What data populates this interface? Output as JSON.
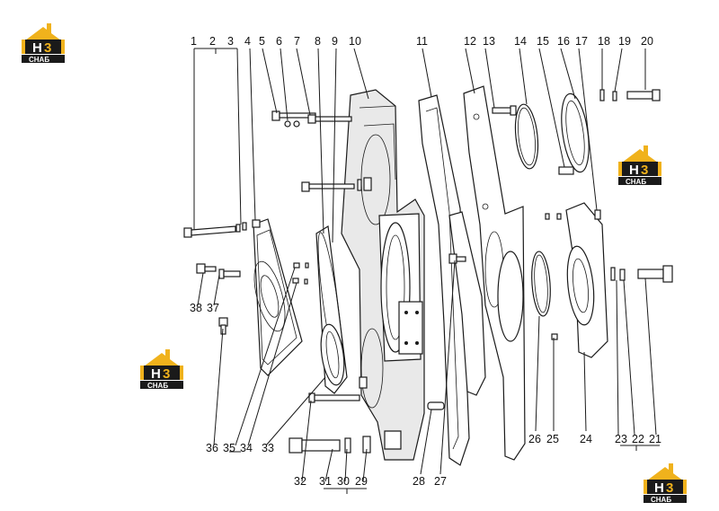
{
  "logo": {
    "h_text": "H",
    "n_text": "3",
    "sub_text": "СНАБ",
    "colors": {
      "yellow": "#f0b21c",
      "black": "#1a1a1a",
      "white": "#ffffff"
    }
  },
  "labels": {
    "n1": "1",
    "n2": "2",
    "n3": "3",
    "n4": "4",
    "n5": "5",
    "n6": "6",
    "n7": "7",
    "n8": "8",
    "n9": "9",
    "n10": "10",
    "n11": "11",
    "n12": "12",
    "n13": "13",
    "n14": "14",
    "n15": "15",
    "n16": "16",
    "n17": "17",
    "n18": "18",
    "n19": "19",
    "n20": "20",
    "n21": "21",
    "n22": "22",
    "n23": "23",
    "n24": "24",
    "n25": "25",
    "n26": "26",
    "n27": "27",
    "n28": "28",
    "n29": "29",
    "n30": "30",
    "n31": "31",
    "n32": "32",
    "n33": "33",
    "n34": "34",
    "n35": "35",
    "n36": "36",
    "n37": "37",
    "n38": "38"
  }
}
